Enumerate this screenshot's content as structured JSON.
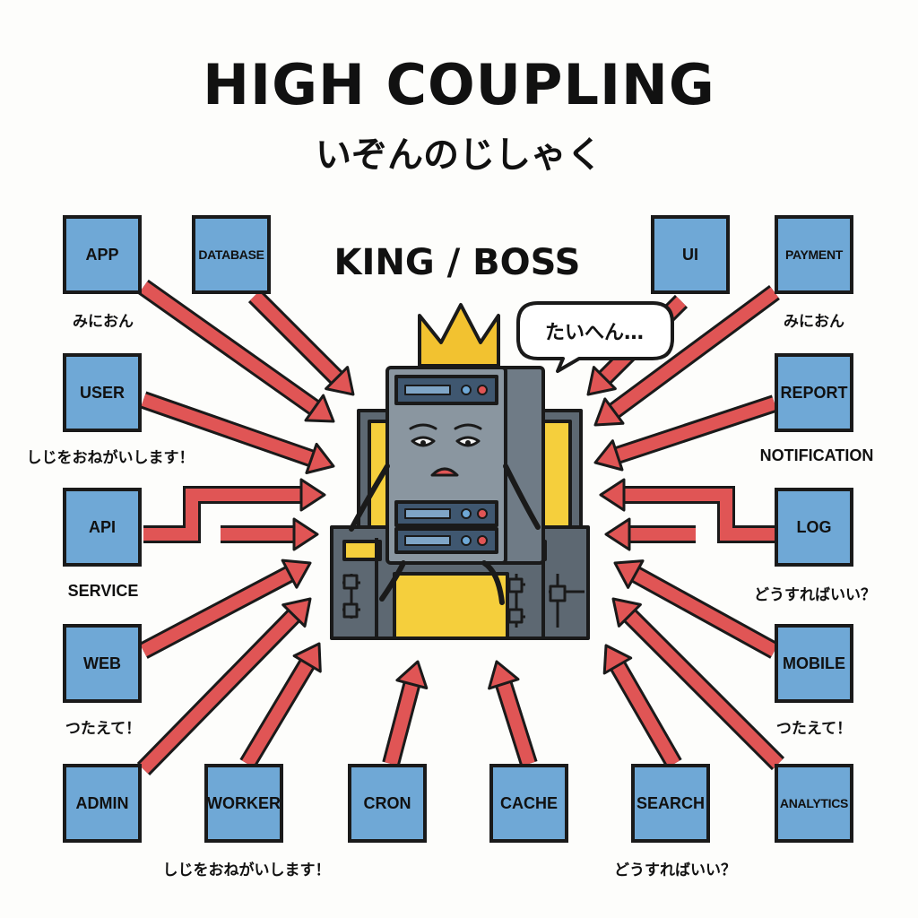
{
  "title": "HIGH COUPLING",
  "subtitle": "いぞんのじしゃく",
  "center_label": "KING / BOSS",
  "speech_bubble": "たいへん…",
  "nodes": {
    "app": "APP",
    "database": "DATABASE",
    "ui": "UI",
    "payment": "PAYMENT",
    "user": "USER",
    "report": "REPORT",
    "api": "API",
    "log": "LOG",
    "web": "WEB",
    "mobile": "MOBILE",
    "admin": "ADMIN",
    "worker": "WORKER",
    "cron": "CRON",
    "cache": "CACHE",
    "search": "SEARCH",
    "analytics": "ANALYTICS"
  },
  "captions": {
    "app": "みにおん",
    "payment": "みにおん",
    "user": "しじをおねがいします！",
    "report": "NOTIFICATION",
    "api": "SERVICE",
    "log": "どうすればいい？",
    "web": "つたえて！",
    "mobile": "つたえて！",
    "worker": "しじをおねがいします！",
    "search": "どうすればいい？"
  },
  "colors": {
    "node_fill": "#6fa8d6",
    "arrow_fill": "#e05555",
    "outline": "#1a1a1a",
    "crown": "#f2c230",
    "server": "#8a96a0",
    "server_panel": "#3f5770",
    "throne": "#f5cf3c",
    "background": "#fdfdfb"
  },
  "icons": [
    "crown-icon",
    "server-king-icon",
    "throne-icon",
    "speech-bubble-icon"
  ]
}
